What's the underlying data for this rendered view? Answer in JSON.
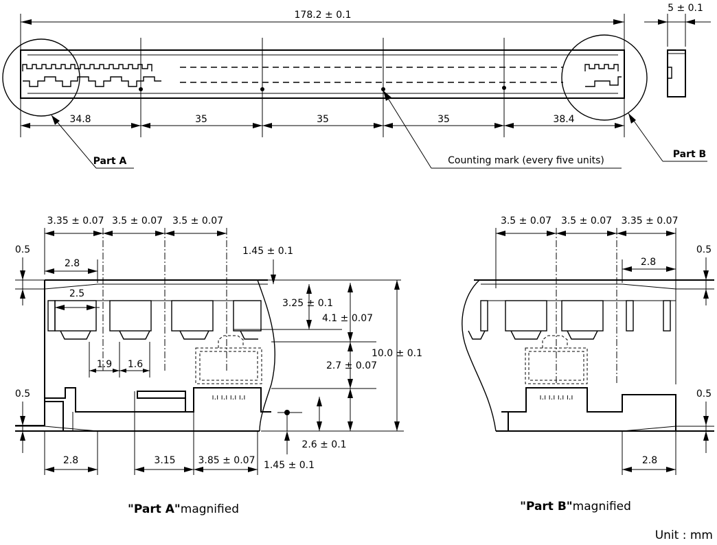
{
  "top_view": {
    "overall_length": "178.2 ± 0.1",
    "thickness": "5 ± 0.1",
    "pitch_first": "34.8",
    "pitch_2": "35",
    "pitch_3": "35",
    "pitch_4": "35",
    "pitch_last": "38.4",
    "part_a_label": "Part A",
    "part_b_label": "Part B",
    "counting_mark_label": "Counting mark (every five units)"
  },
  "part_a": {
    "caption_quote": "\"Part A\"",
    "caption_rest": "magnified",
    "pitch_1": "3.35 ± 0.07",
    "pitch_2": "3.5 ± 0.07",
    "pitch_3": "3.5 ± 0.07",
    "edge_top": "0.5",
    "edge_bottom": "0.5",
    "offset_top": "2.8",
    "cavity_width": "2.5",
    "gap_1": "1.9",
    "gap_2": "1.6",
    "depth_1": "1.45 ± 0.1",
    "height_1": "3.25 ± 0.1",
    "height_2": "4.1 ± 0.07",
    "height_3": "2.7 ± 0.07",
    "total_height": "10.0 ± 0.1",
    "height_4": "2.6 ± 0.1",
    "depth_2": "1.45 ± 0.1",
    "bottom_1": "2.8",
    "bottom_2": "3.15",
    "bottom_3": "3.85 ± 0.07"
  },
  "part_b": {
    "caption_quote": "\"Part B\"",
    "caption_rest": "magnified",
    "pitch_1": "3.5 ± 0.07",
    "pitch_2": "3.5 ± 0.07",
    "pitch_3": "3.35 ± 0.07",
    "edge_top": "0.5",
    "edge_bottom": "0.5",
    "offset_top": "2.8",
    "offset_bottom": "2.8"
  },
  "unit_label": "Unit : mm"
}
